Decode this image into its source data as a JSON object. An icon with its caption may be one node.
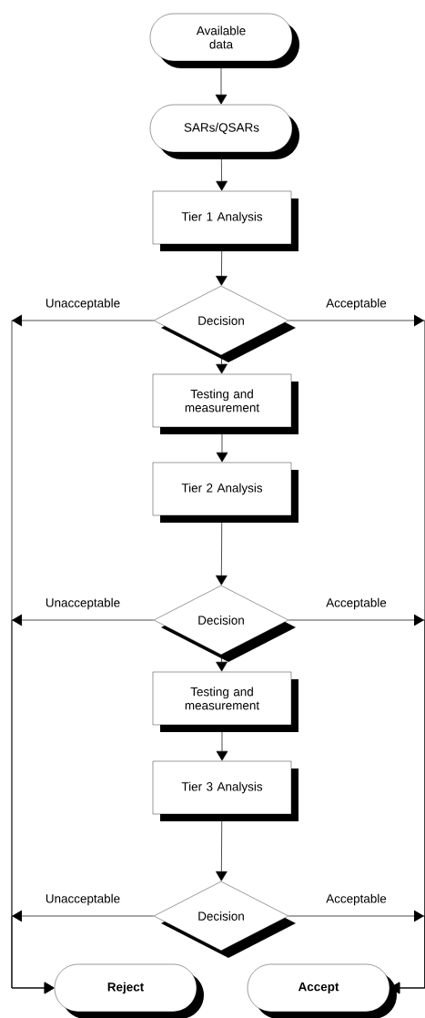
{
  "diagram": {
    "nodes": [
      {
        "text": [
          "Available data"
        ]
      },
      {
        "text": [
          "SARs/QSARs"
        ]
      },
      {
        "text": [
          "Tier 1 Analysis"
        ]
      },
      {
        "text": [
          "Decision"
        ]
      },
      {
        "text": [
          "Testing and measurement"
        ]
      },
      {
        "text": [
          "Tier 2 Analysis"
        ]
      },
      {
        "text": [
          "Decision"
        ]
      },
      {
        "text": [
          "Testing and measurement"
        ]
      },
      {
        "text": [
          "Tier 3 Analysis"
        ]
      },
      {
        "text": [
          "Decision"
        ]
      },
      {
        "text": [
          "Reject"
        ]
      },
      {
        "text": [
          "Accept"
        ]
      }
    ],
    "edges": [
      {
        "from": 0,
        "to": 1,
        "arrow": "to"
      },
      {
        "from": 1,
        "to": 2,
        "arrow": "to"
      },
      {
        "from": 2,
        "to": 3,
        "arrow": "to"
      },
      {
        "from": 3,
        "to": 4,
        "arrow": "to"
      },
      {
        "from": 4,
        "to": 5,
        "arrow": "to"
      },
      {
        "from": 5,
        "to": 6,
        "arrow": "to"
      },
      {
        "from": 6,
        "to": 7,
        "arrow": "to"
      },
      {
        "from": 7,
        "to": 8,
        "arrow": "to"
      },
      {
        "from": 8,
        "to": 9,
        "arrow": "to"
      },
      {
        "from": 3,
        "to": 10,
        "arrow": "to",
        "label": "Unacceptable"
      },
      {
        "from": 3,
        "to": 11,
        "arrow": "to",
        "label": "Acceptable"
      },
      {
        "from": 6,
        "to": 10,
        "arrow": "to",
        "label": "Unacceptable"
      },
      {
        "from": 6,
        "to": 11,
        "arrow": "to",
        "label": "Acceptable"
      },
      {
        "from": 9,
        "to": 10,
        "arrow": "to",
        "label": "Unacceptable"
      },
      {
        "from": 9,
        "to": 11,
        "arrow": "to",
        "label": "Acceptable"
      }
    ]
  }
}
